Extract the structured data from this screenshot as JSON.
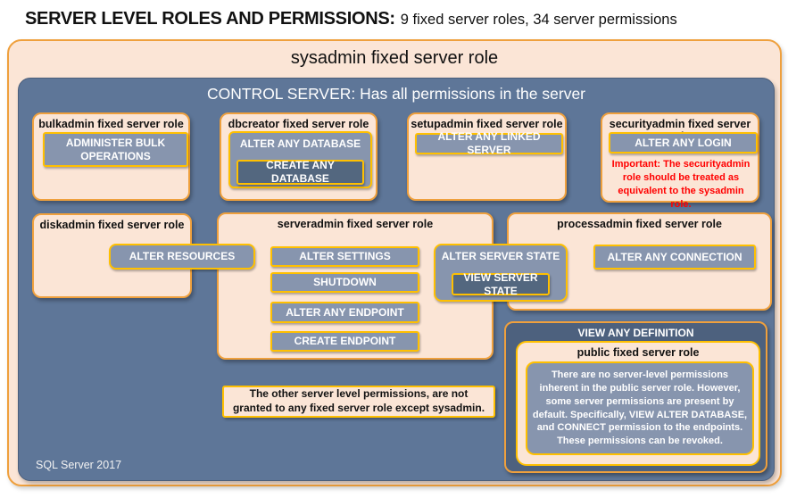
{
  "header": {
    "title_bold": "SERVER LEVEL ROLES AND PERMISSIONS:",
    "title_suffix": "9 fixed server roles, 34 server permissions"
  },
  "sysadmin": {
    "label": "sysadmin fixed server role"
  },
  "control_server": {
    "label": "CONTROL SERVER: Has all permissions in the server",
    "footer": "SQL Server 2017"
  },
  "roles": {
    "bulkadmin": {
      "title": "bulkadmin fixed server role",
      "permission": "ADMINISTER BULK OPERATIONS"
    },
    "dbcreator": {
      "title": "dbcreator fixed server role",
      "permission_outer": "ALTER ANY DATABASE",
      "permission_inner": "CREATE ANY DATABASE"
    },
    "setupadmin": {
      "title": "setupadmin fixed server role",
      "permission": "ALTER ANY LINKED SERVER"
    },
    "securityadmin": {
      "title": "securityadmin fixed server role",
      "permission": "ALTER ANY LOGIN",
      "warning": "Important: The securityadmin role should be treated as equivalent to the sysadmin role."
    },
    "diskadmin": {
      "title": "diskadmin fixed server role",
      "permission": "ALTER RESOURCES"
    },
    "serveradmin": {
      "title": "serveradmin fixed server role",
      "permissions": [
        "ALTER SETTINGS",
        "SHUTDOWN",
        "ALTER ANY ENDPOINT",
        "CREATE ENDPOINT"
      ]
    },
    "processadmin": {
      "title": "processadmin fixed server role",
      "permission": "ALTER ANY CONNECTION"
    },
    "public": {
      "banner": "VIEW ANY DEFINITION",
      "title": "public fixed server role",
      "description": "There are no server-level permissions inherent in the public server role. However, some server permissions are present by default. Specifically, VIEW ALTER DATABASE, and CONNECT permission to the endpoints. These permissions can be revoked."
    }
  },
  "shared": {
    "server_state_outer": "ALTER SERVER STATE",
    "server_state_inner": "VIEW SERVER STATE"
  },
  "notes": {
    "other_permissions": "The other server level permissions, are not granted to any fixed server role except sysadmin."
  },
  "colors": {
    "peach": "#FBE5D6",
    "slate": "#5E7698",
    "slate_dark": "#4D617E",
    "button_fill": "#8795AE",
    "button_fill_dark": "#53677F",
    "border_orange": "#EFA03D",
    "border_gold": "#FFC000",
    "warning_red": "#FF0000"
  }
}
